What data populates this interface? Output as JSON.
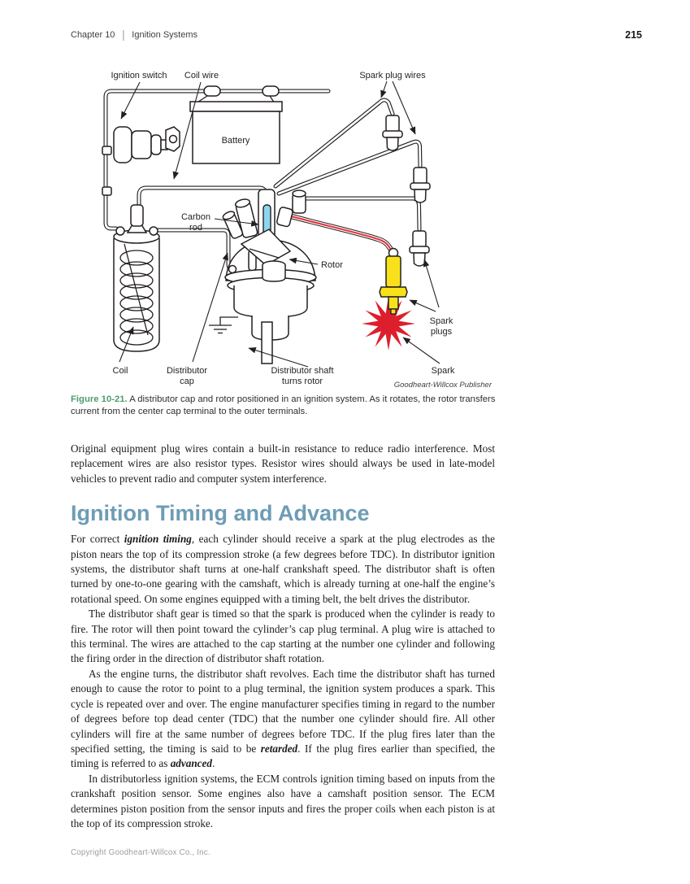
{
  "header": {
    "chapter": "Chapter 10",
    "divider": "|",
    "section": "Ignition Systems",
    "page_number": "215"
  },
  "figure": {
    "labels": {
      "ignition_switch": "Ignition switch",
      "coil_wire": "Coil wire",
      "spark_plug_wires": "Spark plug wires",
      "battery": "Battery",
      "carbon_rod_line1": "Carbon",
      "carbon_rod_line2": "rod",
      "rotor": "Rotor",
      "coil": "Coil",
      "distributor_cap_line1": "Distributor",
      "distributor_cap_line2": "cap",
      "distributor_shaft_line1": "Distributor shaft",
      "distributor_shaft_line2": "turns rotor",
      "spark_plugs_line1": "Spark",
      "spark_plugs_line2": "plugs",
      "spark": "Spark",
      "credit": "Goodheart-Willcox Publisher"
    },
    "colors": {
      "line": "#231f20",
      "carbon_rod_blue": "#8ed5f0",
      "spark_plug_yellow": "#f8e11a",
      "spark_red": "#dd1f2d",
      "wire_red": "#e8343b"
    }
  },
  "caption": {
    "label": "Figure 10-21.",
    "text": " A distributor cap and rotor positioned in an ignition system. As it rotates, the rotor transfers current from the center cap terminal to the outer terminals."
  },
  "intro_paragraph": "Original equipment plug wires contain a built-in resistance to reduce radio interference. Most replacement wires are also resistor types. Resistor wires should always be used in late-model vehicles to prevent radio and computer system interference.",
  "section": {
    "heading": "Ignition Timing and Advance",
    "paragraphs": [
      {
        "indent": false,
        "parts": [
          {
            "text": "For correct ",
            "style": "n"
          },
          {
            "text": "ignition timing",
            "style": "bi"
          },
          {
            "text": ", each cylinder should receive a spark at the plug electrodes as the piston nears the top of its compression stroke (a few degrees before TDC). In distributor ignition systems, the distributor shaft turns at one-half crankshaft speed. The distributor shaft is often turned by one-to-one gearing with the camshaft, which is already turning at one-half the engine’s rotational speed. On some engines equipped with a timing belt, the belt drives the distributor.",
            "style": "n"
          }
        ]
      },
      {
        "indent": true,
        "parts": [
          {
            "text": "The distributor shaft gear is timed so that the spark is produced when the cylinder is ready to fire. The rotor will then point toward the cylinder’s cap plug terminal. A plug wire is attached to this terminal. The wires are attached to the cap starting at the number one cylinder and following the firing order in the direction of distributor shaft rotation.",
            "style": "n"
          }
        ]
      },
      {
        "indent": true,
        "parts": [
          {
            "text": "As the engine turns, the distributor shaft revolves. Each time the distributor shaft has turned enough to cause the rotor to point to a plug terminal, the ignition system produces a spark. This cycle is repeated over and over. The engine manufacturer specifies timing in regard to the number of degrees before top dead center (TDC) that the number one cylinder should fire. All other cylinders will fire at the same number of degrees before TDC. If the plug fires later than the specified setting, the timing is said to be ",
            "style": "n"
          },
          {
            "text": "retarded",
            "style": "bi"
          },
          {
            "text": ". If the plug fires earlier than specified, the timing is referred to as ",
            "style": "n"
          },
          {
            "text": "advanced",
            "style": "bi"
          },
          {
            "text": ".",
            "style": "n"
          }
        ]
      },
      {
        "indent": true,
        "parts": [
          {
            "text": "In distributorless ignition systems, the ECM controls ignition timing based on inputs from the crankshaft position sensor. Some engines also have a camshaft position sensor. The ECM determines piston position from the sensor inputs and fires the proper coils when each piston is at the top of its compression stroke.",
            "style": "n"
          }
        ]
      }
    ]
  },
  "footer": {
    "copyright": "Copyright Goodheart-Willcox Co., Inc."
  }
}
